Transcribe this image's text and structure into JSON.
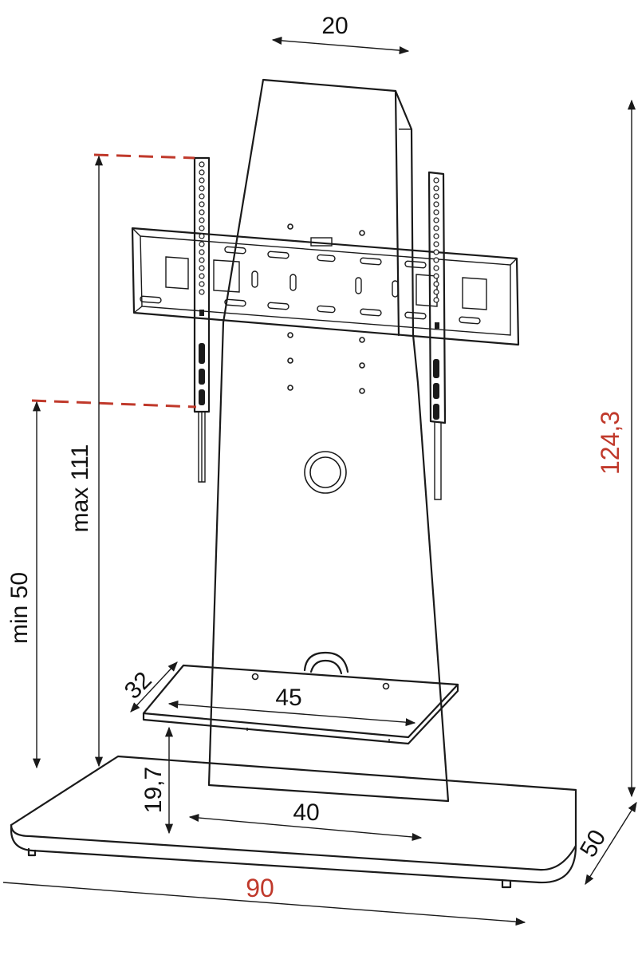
{
  "dimensions": {
    "top_width": "20",
    "total_height": "124,3",
    "max_height": "max 111",
    "min_height": "min 50",
    "shelf_depth": "32",
    "shelf_width": "45",
    "shelf_height": "19,7",
    "column_base_width": "40",
    "base_width": "90",
    "base_depth": "50"
  },
  "colors": {
    "accent_red": "#c0392b",
    "line": "#1a1a1a"
  }
}
